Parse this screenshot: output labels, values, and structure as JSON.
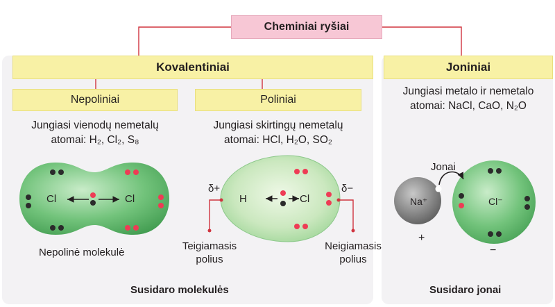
{
  "root": {
    "label": "Cheminiai ryšiai"
  },
  "covalent": {
    "label": "Kovalentiniai",
    "nonpolar": {
      "label": "Nepoliniai",
      "desc_line1": "Jungiasi vienodų nemetalų",
      "desc_line2_prefix": "atomai: ",
      "examples": "H₂, Cl₂, S₈",
      "atom_left": "Cl",
      "atom_right": "Cl",
      "caption": "Nepolinė molekulė"
    },
    "polar": {
      "label": "Poliniai",
      "desc_line1": "Jungiasi skirtingų nemetalų",
      "desc_line2_prefix": "atomai: ",
      "examples": "HCl, H₂O, SO₂",
      "atom_left": "H",
      "atom_right": "Cl",
      "delta_plus": "δ+",
      "delta_minus": "δ−",
      "pole_positive": "Teigiamasis\npolius",
      "pole_negative": "Neigiamasis\npolius"
    },
    "footer": "Susidaro molekulės"
  },
  "ionic": {
    "label": "Joniniai",
    "desc_line1": "Jungiasi metalo ir nemetalo",
    "desc_line2_prefix": "atomai: ",
    "examples": "NaCl, CaO, N₂O",
    "ions_label": "Jonai",
    "cation": "Na⁺",
    "anion": "Cl⁻",
    "plus_sign": "+",
    "minus_sign": "−",
    "footer": "Susidaro jonai"
  },
  "colors": {
    "band": "#f8f1a5",
    "root": "#f7c7d5",
    "connector": "#d0343f",
    "molecule_green": "#5fb86b",
    "electron_red": "#ee3c55",
    "electron_dark": "#2b2b2b",
    "sodium_gray": "#7a7a7a"
  }
}
